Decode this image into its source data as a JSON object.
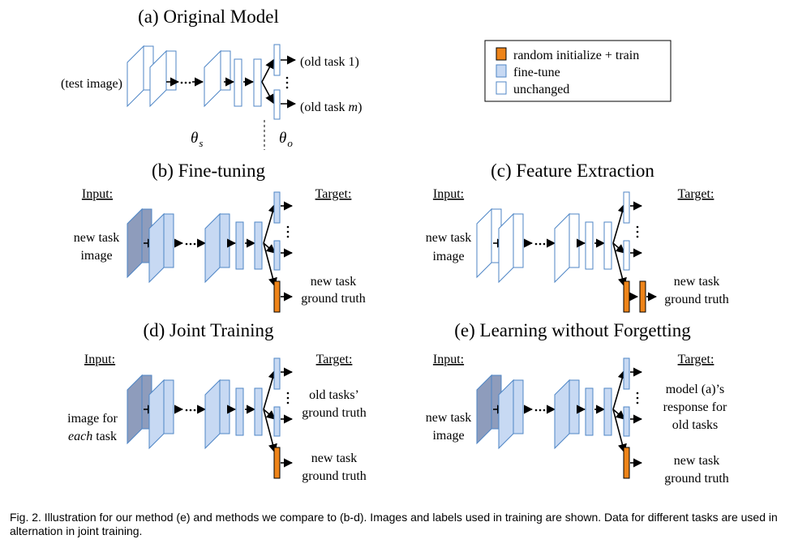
{
  "panels": {
    "a": {
      "title": "(a) Original Model",
      "input": "(test image)",
      "out_top": "(old task 1)",
      "out_bottom_prefix": "(old task ",
      "out_bottom_var": "m",
      "out_bottom_suffix": ")",
      "theta_s": "θ",
      "theta_s_sub": "s",
      "theta_o": "θ",
      "theta_o_sub": "o"
    },
    "b": {
      "title": "(b) Fine-tuning",
      "input_heading": "Input:",
      "target_heading": "Target:",
      "input_line1": "new task",
      "input_line2": "image",
      "target_line1": "new task",
      "target_line2": "ground truth"
    },
    "c": {
      "title": "(c) Feature Extraction",
      "input_heading": "Input:",
      "target_heading": "Target:",
      "input_line1": "new task",
      "input_line2": "image",
      "target_line1": "new task",
      "target_line2": "ground truth"
    },
    "d": {
      "title": "(d) Joint Training",
      "input_heading": "Input:",
      "target_heading": "Target:",
      "input_line1": "image for",
      "input_line2_em": "each",
      "input_line2_rest": " task",
      "old_line1": "old tasks’",
      "old_line2": "ground truth",
      "new_line1": "new task",
      "new_line2": "ground truth"
    },
    "e": {
      "title": "(e) Learning without Forgetting",
      "input_heading": "Input:",
      "target_heading": "Target:",
      "input_line1": "new task",
      "input_line2": "image",
      "old_line1": "model (a)’s",
      "old_line2": "response for",
      "old_line3": "old tasks",
      "new_line1": "new task",
      "new_line2": "ground truth"
    }
  },
  "legend": {
    "items": [
      "random initialize + train",
      "fine-tune",
      "unchanged"
    ]
  },
  "colors": {
    "random_train": "#ee8419",
    "fine_tune": "#c7d9f3",
    "unchanged": "#ffffff",
    "input_conv": "#8e9cbc",
    "outline": "#4f86c6"
  },
  "caption": "Fig. 2. Illustration for our method (e) and methods we compare to (b-d). Images and labels used in training are shown. Data for different tasks are used in alternation in joint training."
}
